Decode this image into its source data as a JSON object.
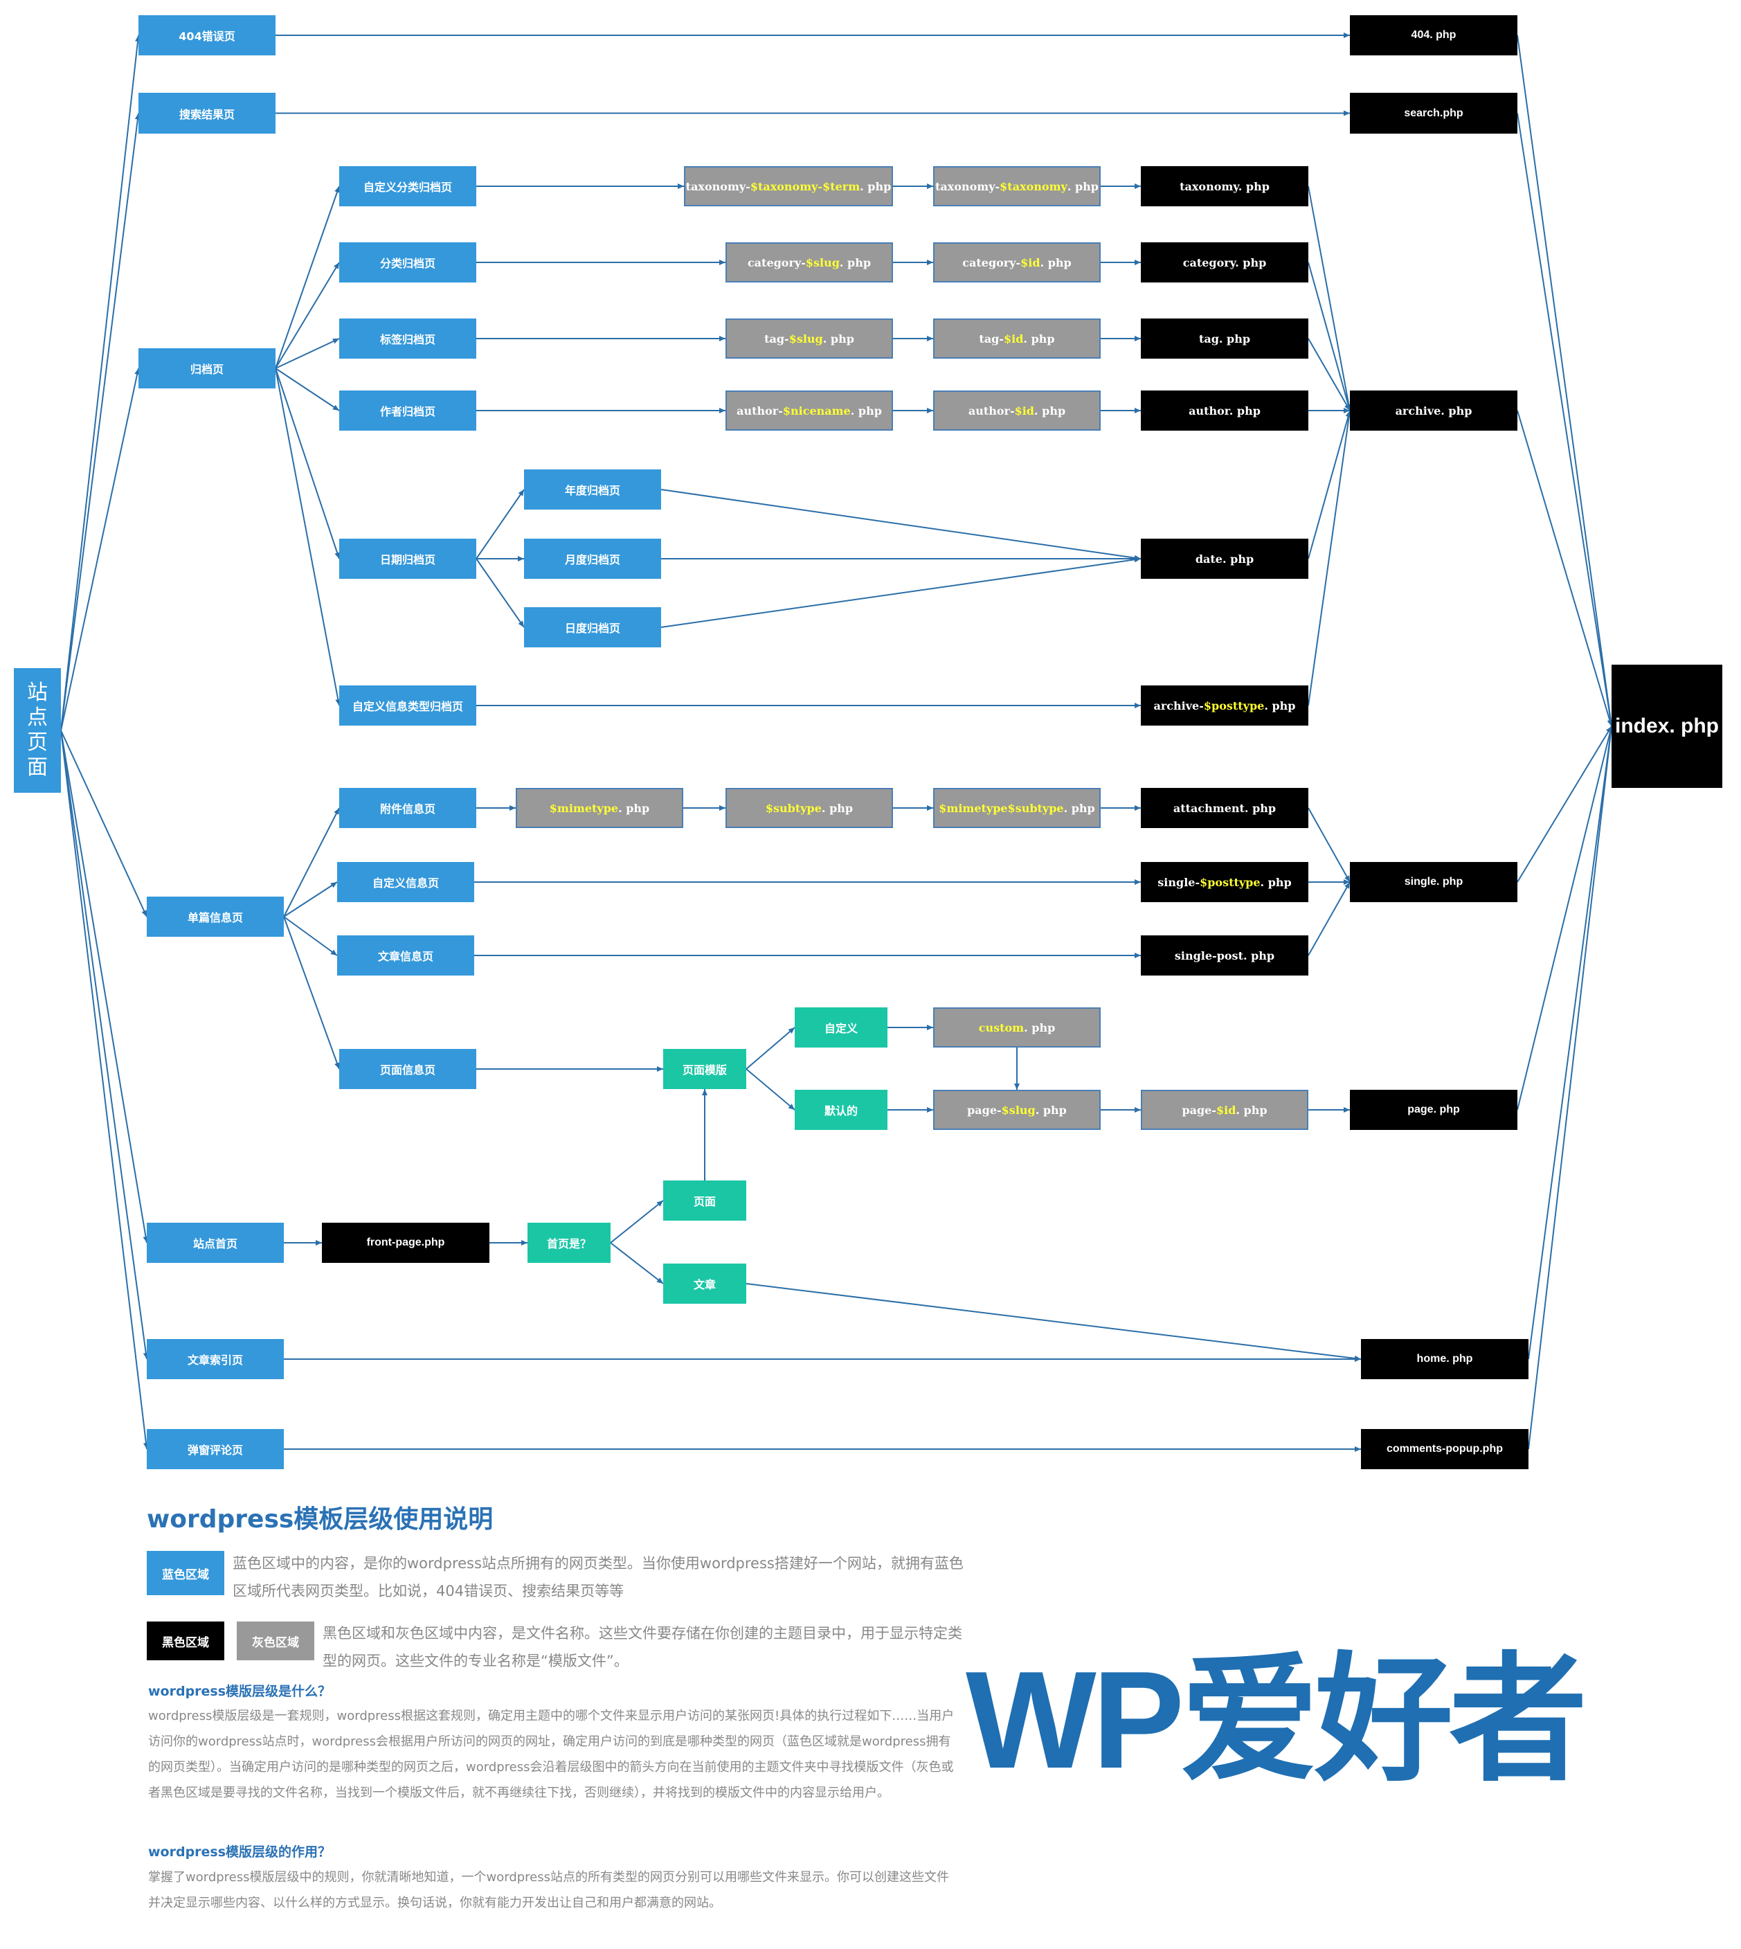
{
  "nodes": {
    "site": {
      "chars": [
        "站",
        "点",
        "页",
        "面"
      ]
    },
    "p404": "404错误页",
    "search": "搜索结果页",
    "archive": "归档页",
    "tax_archive": "自定义分类归档页",
    "cat_archive": "分类归档页",
    "tag_archive": "标签归档页",
    "author_archive": "作者归档页",
    "date_archive": "日期归档页",
    "year_archive": "年度归档页",
    "month_archive": "月度归档页",
    "day_archive": "日度归档页",
    "posttype_archive": "自定义信息类型归档页",
    "single": "单篇信息页",
    "attachment_page": "附件信息页",
    "custom_single": "自定义信息页",
    "post_page": "文章信息页",
    "page_page": "页面信息页",
    "page_template": "页面模版",
    "tpl_custom": "自定义",
    "tpl_default": "默认的",
    "front": "站点首页",
    "front_q": "首页是？",
    "front_page": "页面",
    "front_post": "文章",
    "home_index": "文章索引页",
    "popup": "弹窗评论页"
  },
  "files": {
    "f404": "404. php",
    "search": "search.php",
    "tax_term": {
      "a": "taxonomy-",
      "b": "$taxonomy",
      "c": "-",
      "d": "$term",
      "e": ". php"
    },
    "tax_tax": {
      "a": "taxonomy-",
      "b": "$taxonomy",
      "c": ". php"
    },
    "taxonomy": "taxonomy. php",
    "cat_slug": {
      "a": "category-",
      "b": "$slug",
      "c": ". php"
    },
    "cat_id": {
      "a": "category-",
      "b": "$id",
      "c": ". php"
    },
    "category": "category. php",
    "tag_slug": {
      "a": "tag-",
      "b": "$slug",
      "c": ". php"
    },
    "tag_id": {
      "a": "tag-",
      "b": "$id",
      "c": ". php"
    },
    "tag": "tag. php",
    "author_nice": {
      "a": "author-",
      "b": "$nicename",
      "c": ". php"
    },
    "author_id": {
      "a": "author-",
      "b": "$id",
      "c": ". php"
    },
    "author": "author. php",
    "archive": "archive. php",
    "date": "date. php",
    "archive_pt": {
      "a": "archive-",
      "b": "$posttype",
      "c": ". php"
    },
    "mimetype": {
      "b": "$mimetype",
      "c": ". php"
    },
    "subtype": {
      "b": "$subtype",
      "c": ". php"
    },
    "mime_sub": {
      "b": "$mimetype$subtype",
      "c": ". php"
    },
    "attachment": "attachment. php",
    "single_pt": {
      "a": "single-",
      "b": "$posttype",
      "c": ". php"
    },
    "single_post": "single-post. php",
    "single": "single. php",
    "custom": {
      "b": "custom",
      "c": ". php"
    },
    "page_slug": {
      "a": "page-",
      "b": "$slug",
      "c": ". php"
    },
    "page_id": {
      "a": "page-",
      "b": "$id",
      "c": ". php"
    },
    "page": "page. php",
    "front_page": "front-page.php",
    "home": "home. php",
    "comments": "comments-popup.php",
    "index": "index. php"
  },
  "legend": {
    "title": "wordpress模板层级使用说明",
    "blue_label": "蓝色区域",
    "blue_text": "蓝色区域中的内容，是你的wordpress站点所拥有的网页类型。当你使用wordpress搭建好一个网站，就拥有蓝色区域所代表网页类型。比如说，404错误页、搜索结果页等等",
    "black_label": "黑色区域",
    "gray_label": "灰色区域",
    "file_text": "黑色区域和灰色区域中内容，是文件名称。这些文件要存储在你创建的主题目录中，用于显示特定类型的网页。这些文件的专业名称是“模版文件”。",
    "q1": "wordpress模版层级是什么？",
    "a1": "wordpress模版层级是一套规则，wordpress根据这套规则，确定用主题中的哪个文件来显示用户访问的某张网页!具体的执行过程如下……当用户访问你的wordpress站点时，wordpress会根据用户所访问的网页的网址，确定用户访问的到底是哪种类型的网页（蓝色区域就是wordpress拥有的网页类型）。当确定用户访问的是哪种类型的网页之后，wordpress会沿着层级图中的箭头方向在当前使用的主题文件夹中寻找模版文件（灰色或者黑色区域是要寻找的文件名称，当找到一个模版文件后，就不再继续往下找，否则继续），并将找到的模版文件中的内容显示给用户。",
    "q2": "wordpress模版层级的作用？",
    "a2": "掌握了wordpress模版层级中的规则，你就清晰地知道，一个wordpress站点的所有类型的网页分别可以用哪些文件来显示。你可以创建这些文件并决定显示哪些内容、以什么样的方式显示。换句话说，你就有能力开发出让自己和用户都满意的网站。"
  },
  "logo": "WP爱好者",
  "colors": {
    "blue": "#3498db",
    "black": "#000000",
    "gray": "#999999",
    "teal": "#1bc6a5",
    "line": "#2a6ea8",
    "variable": "#ffff33"
  }
}
